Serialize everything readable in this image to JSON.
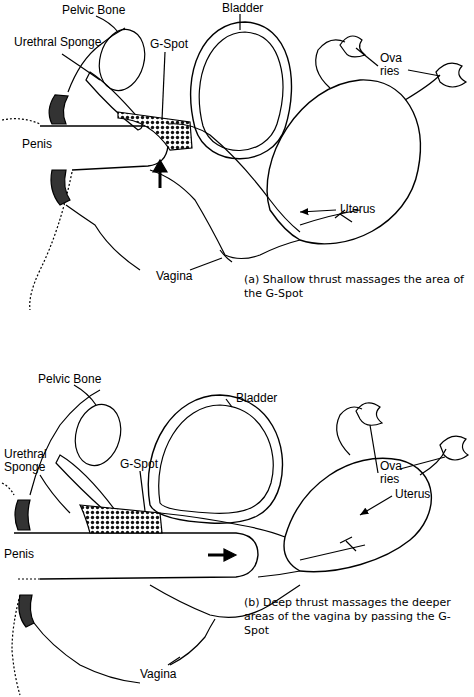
{
  "diagram": {
    "labels": [
      "Pelvic Bone",
      "Bladder",
      "Urethral Sponge",
      "G-Spot",
      "Ova ries",
      "Penis",
      "Uterus",
      "Vagina",
      "(a) Shallow thrust massages the area of the G-Spot",
      "Pelvic Bone",
      "Bladder",
      "Urethral Sponge",
      "G-Spot",
      "Ova ries",
      "Penis",
      "Uterus",
      "(b) Deep thrust massages the deeper areas of the vagina by passing the G-Spot",
      "Vagina"
    ]
  }
}
